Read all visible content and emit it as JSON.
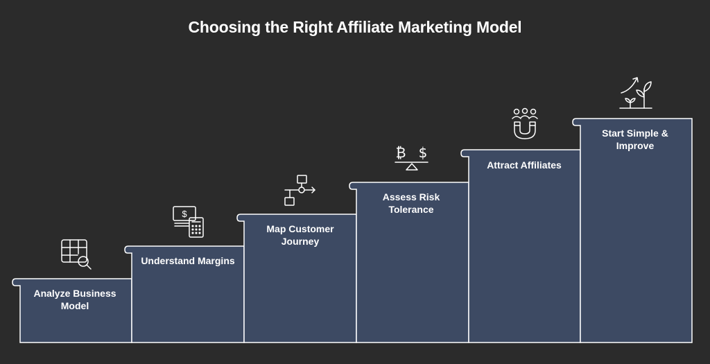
{
  "title": "Choosing the Right Affiliate Marketing Model",
  "colors": {
    "background": "#2b2b2b",
    "step_fill": "#3d4a63",
    "stroke": "#ffffff"
  },
  "steps": [
    {
      "label": "Analyze Business Model",
      "icon": "spreadsheet-search-icon"
    },
    {
      "label": "Understand Margins",
      "icon": "money-calculator-icon"
    },
    {
      "label": "Map Customer Journey",
      "icon": "flowchart-icon"
    },
    {
      "label": "Assess Risk Tolerance",
      "icon": "currency-balance-icon"
    },
    {
      "label": "Attract Affiliates",
      "icon": "people-magnet-icon"
    },
    {
      "label": "Start Simple & Improve",
      "icon": "growth-plant-icon"
    }
  ]
}
